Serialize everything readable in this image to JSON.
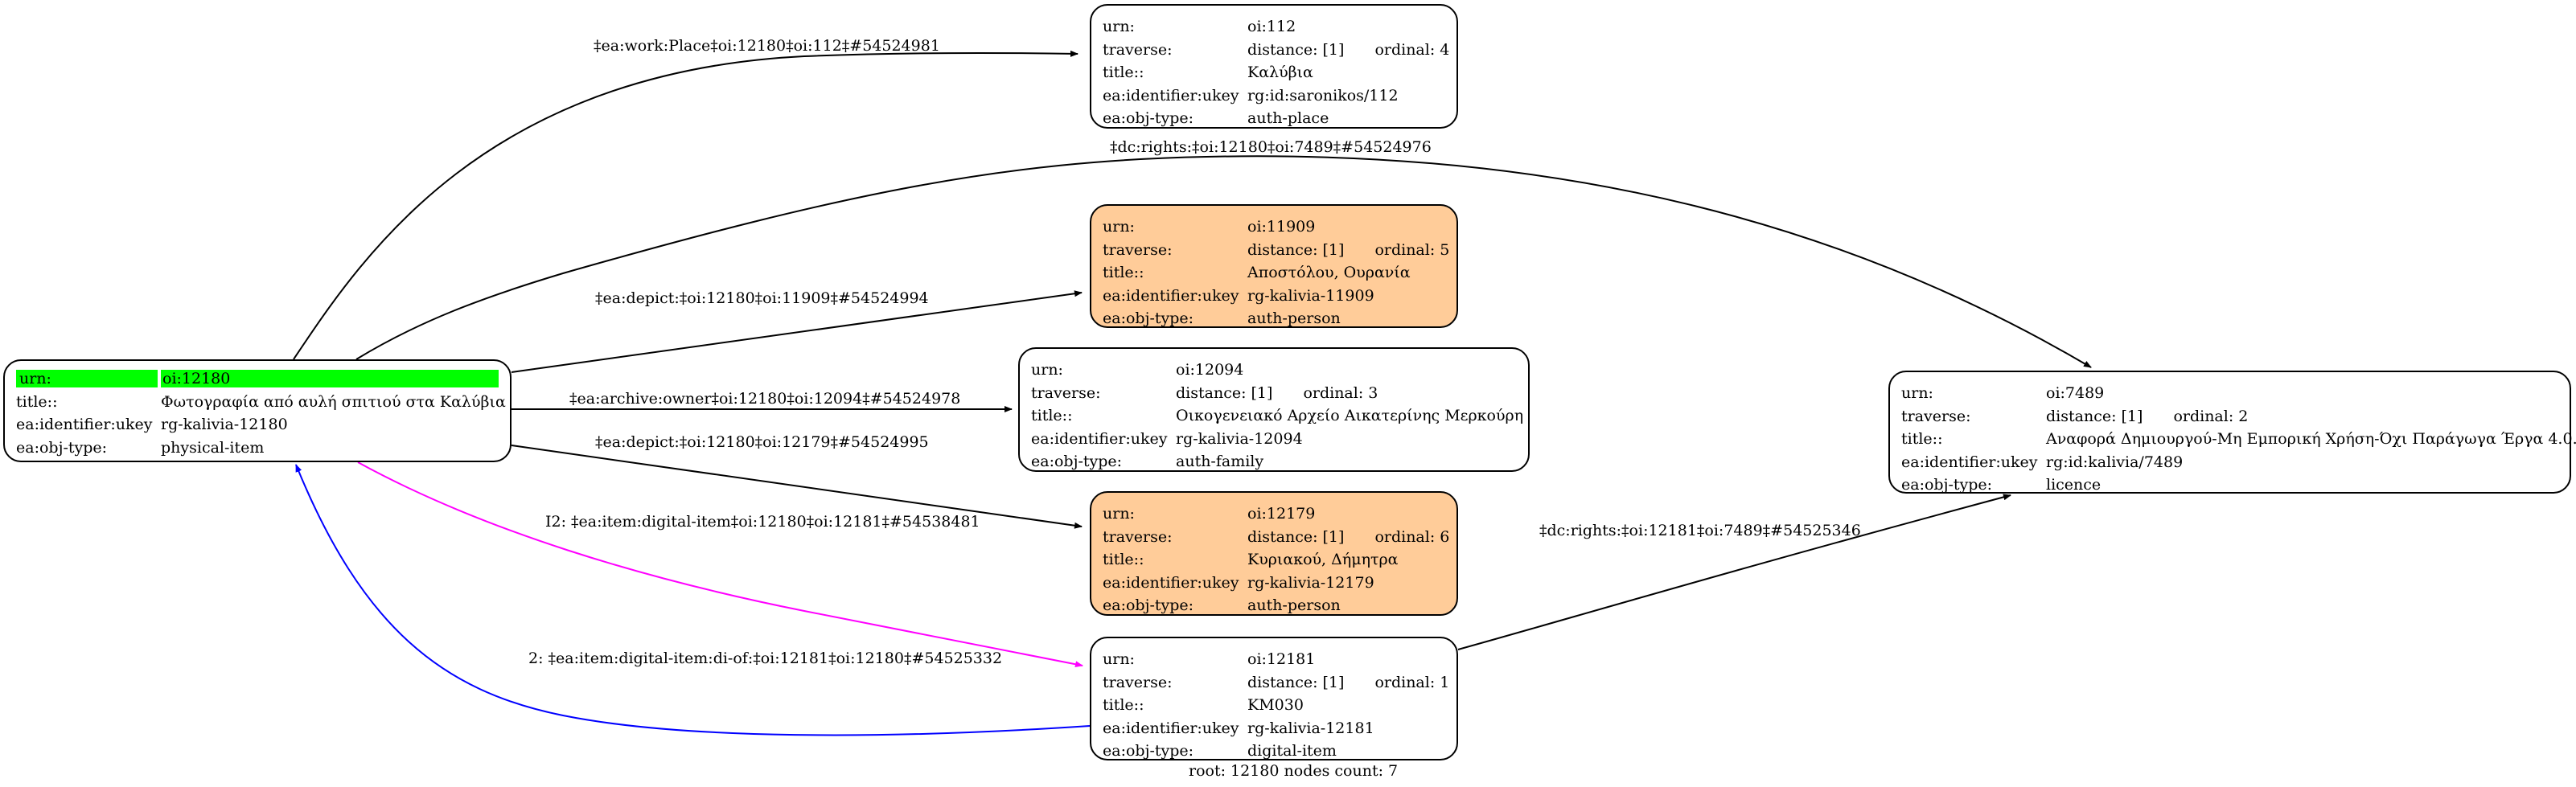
{
  "footer": "root: 12180 nodes count: 7",
  "colors": {
    "highlight": "#00ff00",
    "person_fill": "#ffcc99",
    "edge_default": "#000000",
    "edge_item": "#ff00ff",
    "edge_item_reverse": "#0000ff"
  },
  "nodes": {
    "root": {
      "rows": [
        {
          "key": "urn:",
          "value": "oi:12180"
        },
        {
          "key": "title::",
          "value": "Φωτογραφία από αυλή σπιτιού στα Καλύβια"
        },
        {
          "key": "ea:identifier:ukey",
          "value": "rg-kalivia-12180"
        },
        {
          "key": "ea:obj-type:",
          "value": "physical-item"
        }
      ]
    },
    "n112": {
      "urn": "oi:112",
      "distance": "distance: [1]",
      "ordinal": "ordinal: 4",
      "title": "Καλύβια",
      "ukey": "rg:id:saronikos/112",
      "obj_type": "auth-place"
    },
    "n11909": {
      "urn": "oi:11909",
      "distance": "distance: [1]",
      "ordinal": "ordinal: 5",
      "title": "Αποστόλου, Ουρανία",
      "ukey": "rg-kalivia-11909",
      "obj_type": "auth-person"
    },
    "n12094": {
      "urn": "oi:12094",
      "distance": "distance: [1]",
      "ordinal": "ordinal: 3",
      "title": "Οικογενειακό Αρχείο Αικατερίνης Μερκούρη",
      "ukey": "rg-kalivia-12094",
      "obj_type": "auth-family"
    },
    "n12179": {
      "urn": "oi:12179",
      "distance": "distance: [1]",
      "ordinal": "ordinal: 6",
      "title": "Κυριακού, Δήμητρα",
      "ukey": "rg-kalivia-12179",
      "obj_type": "auth-person"
    },
    "n12181": {
      "urn": "oi:12181",
      "distance": "distance: [1]",
      "ordinal": "ordinal: 1",
      "title": "KM030",
      "ukey": "rg-kalivia-12181",
      "obj_type": "digital-item"
    },
    "n7489": {
      "urn": "oi:7489",
      "distance": "distance: [1]",
      "ordinal": "ordinal: 2",
      "title": "Αναφορά Δημιουργού-Μη Εμπορική Χρήση-Όχι Παράγωγα Έργα 4.0...",
      "ukey": "rg:id:kalivia/7489",
      "obj_type": "licence"
    }
  },
  "labels": {
    "keys": {
      "urn": "urn:",
      "traverse": "traverse:",
      "title": "title::",
      "ukey": "ea:identifier:ukey",
      "obj_type": "ea:obj-type:"
    }
  },
  "edges": [
    {
      "id": "e-work-place",
      "from": "oi:12180",
      "to": "oi:112",
      "label": "‡ea:work:Place‡oi:12180‡oi:112‡#54524981",
      "color": "#000000"
    },
    {
      "id": "e-rights-12180",
      "from": "oi:12180",
      "to": "oi:7489",
      "label": "‡dc:rights:‡oi:12180‡oi:7489‡#54524976",
      "color": "#000000"
    },
    {
      "id": "e-depict-11909",
      "from": "oi:12180",
      "to": "oi:11909",
      "label": "‡ea:depict:‡oi:12180‡oi:11909‡#54524994",
      "color": "#000000"
    },
    {
      "id": "e-archive-owner",
      "from": "oi:12180",
      "to": "oi:12094",
      "label": "‡ea:archive:owner‡oi:12180‡oi:12094‡#54524978",
      "color": "#000000"
    },
    {
      "id": "e-depict-12179",
      "from": "oi:12180",
      "to": "oi:12179",
      "label": "‡ea:depict:‡oi:12180‡oi:12179‡#54524995",
      "color": "#000000"
    },
    {
      "id": "e-digital-item",
      "from": "oi:12180",
      "to": "oi:12181",
      "label": "I2: ‡ea:item:digital-item‡oi:12180‡oi:12181‡#54538481",
      "color": "#ff00ff"
    },
    {
      "id": "e-digital-item-of",
      "from": "oi:12181",
      "to": "oi:12180",
      "label": "2: ‡ea:item:digital-item:di-of:‡oi:12181‡oi:12180‡#54525332",
      "color": "#0000ff"
    },
    {
      "id": "e-rights-12181",
      "from": "oi:12181",
      "to": "oi:7489",
      "label": "‡dc:rights:‡oi:12181‡oi:7489‡#54525346",
      "color": "#000000"
    }
  ]
}
